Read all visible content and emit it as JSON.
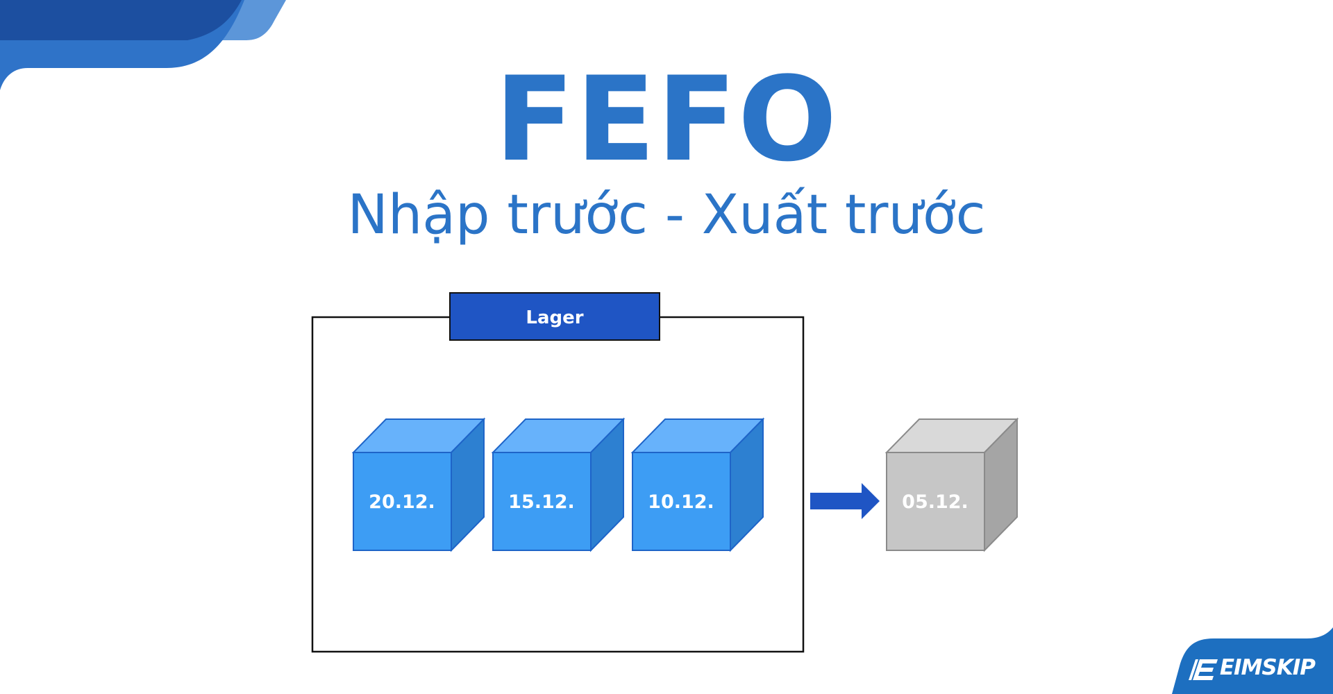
{
  "title": "FEFO",
  "subtitle": "Nhập trước - Xuất trước",
  "warehouse_label": "Lager",
  "stored_boxes": [
    {
      "date": "20.12."
    },
    {
      "date": "15.12."
    },
    {
      "date": "10.12."
    }
  ],
  "shipped_box": {
    "date": "05.12."
  },
  "brand_name": "EIMSKIP",
  "icons": {
    "arrow": "arrow-right-icon",
    "logo": "eimskip-logo-icon"
  },
  "colors": {
    "title": "#2b74c7",
    "box_front": "#3d9df4",
    "box_top": "#67b2fb",
    "box_side": "#2d80d1",
    "box_stroke": "#1e64c8",
    "gray_front": "#c6c6c6",
    "gray_top": "#d9d9d9",
    "gray_side": "#a5a5a5",
    "label_bg": "#1f55c4",
    "arrow": "#1f55c4",
    "corner_dark": "#1c4fa0",
    "corner_mid": "#2f73c8",
    "corner_light": "#5c96d9",
    "brand_bg": "#1d6fc0"
  }
}
